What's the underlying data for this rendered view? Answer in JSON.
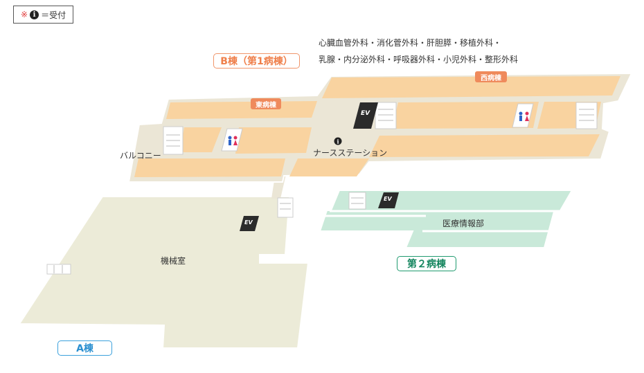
{
  "legend": {
    "mark": "※",
    "icon": "info-icon",
    "text": "＝受付"
  },
  "departments": {
    "line1": "心臓血管外科・消化菅外科・肝胆膵・移植外科・",
    "line2": "乳腺・内分泌外科・呼吸器外科・小児外科・整形外科"
  },
  "buildings": {
    "b": "B棟（第1病棟）",
    "ward2": "第２病棟",
    "a": "A棟"
  },
  "wings": {
    "east": "東病棟",
    "west": "西病棟"
  },
  "rooms": {
    "balcony": "バルコニー",
    "nurse_station": "ナースステーション",
    "machine_room": "機械室",
    "medical_info": "医療情報部"
  },
  "elevator_label": "EV",
  "colors": {
    "b_building": "#f9d3a0",
    "ward2": "#c9e9d9",
    "a_building": "#ecebd8",
    "corridor": "#ebe6d6",
    "elevator": "#2b2b2b",
    "b_label": "#ef7f4a",
    "ward2_label": "#14855e",
    "a_label": "#2a8fd0"
  }
}
